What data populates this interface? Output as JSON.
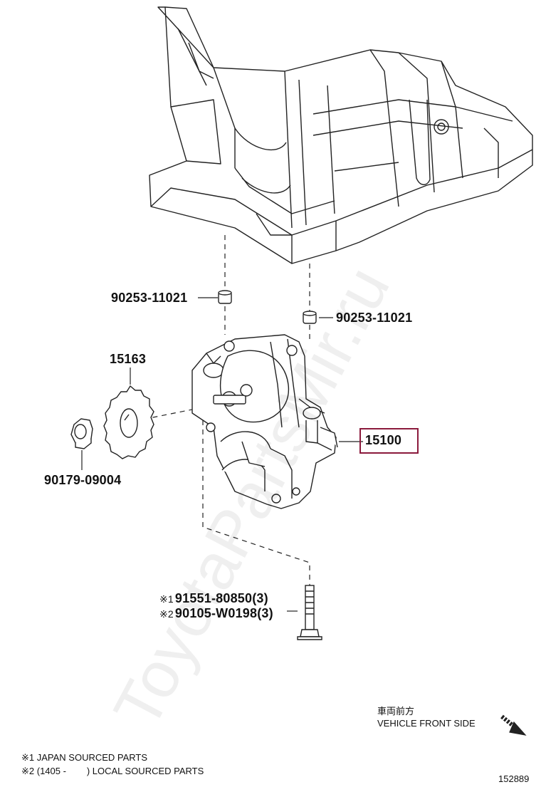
{
  "parts": {
    "pin_left": "90253-11021",
    "pin_right": "90253-11021",
    "sprocket": "15163",
    "nut": "90179-09004",
    "oil_pump": "15100",
    "bolt_1": "91551-80850(3)",
    "bolt_2": "90105-W0198(3)"
  },
  "marks": {
    "m1": "※1",
    "m2": "※2"
  },
  "direction": {
    "jp": "車両前方",
    "en": "VEHICLE FRONT SIDE"
  },
  "notes": {
    "note1": "※1 JAPAN SOURCED PARTS",
    "note2": "※2 (1405 -        ) LOCAL SOURCED PARTS"
  },
  "illustration_id": "152889",
  "watermark": "ToyotaPartsMir.ru",
  "colors": {
    "highlight": "#8b1a3c",
    "line": "#222222"
  }
}
